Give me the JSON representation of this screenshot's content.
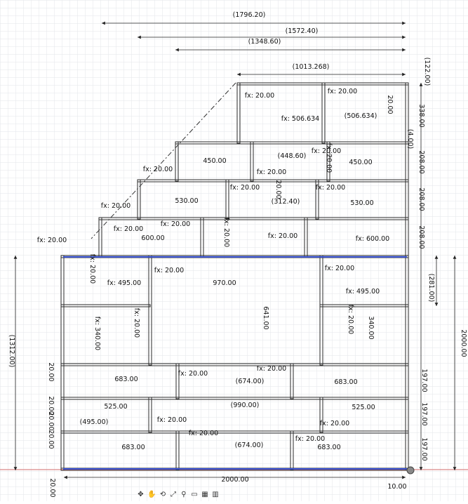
{
  "colors": {
    "grid": "#e3e6ea",
    "shelf": "#2a2a2a",
    "dim": "#222222",
    "accent": "#3b55d6",
    "redline": "#d26b6b"
  },
  "icons": [
    "move-icon",
    "hand-icon",
    "orbit-icon",
    "zoom-fit-icon",
    "zoom-icon",
    "display-icon",
    "grid-icon",
    "viewports-icon"
  ],
  "dims": {
    "top": [
      "(1796.20)",
      "(1572.40)",
      "(1348.60)",
      "(1013.268)"
    ],
    "right": [
      "(122.00)",
      "338.00",
      "(4.00)",
      "208.00",
      "208.00",
      "208.00",
      "(281.00)",
      "2000.00",
      "197.00",
      "197.00",
      "197.00",
      "10.00"
    ],
    "left": [
      "(1312.00)",
      "20.00",
      "20.00",
      "20.00",
      "20.00",
      "20.00"
    ],
    "bottom": [
      "2000.00",
      "10.00"
    ]
  },
  "labels": [
    "fx: 20.00",
    "fx: 20.00",
    "20.00",
    "fx: 506.634",
    "(506.634)",
    "450.00",
    "(448.60)",
    "fx: 20.00",
    "450.00",
    "fx: 20.00",
    "fx: 20.00",
    "20.00",
    "fx: 20.00",
    "fx: 20.00",
    "fx: 20.00",
    "530.00",
    "(312.40)",
    "530.00",
    "fx: 20.00",
    "fx: 20.00",
    "600.00",
    "fx: 20.00",
    "fx: 600.00",
    "fx: 20.00",
    "fx: 20.00",
    "fx: 20.00",
    "fx: 20.00",
    "fx: 20.00",
    "fx: 495.00",
    "970.00",
    "fx: 495.00",
    "fx: 340.00",
    "fx: 20.00",
    "641.00",
    "fx: 20.00",
    "340.00",
    "683.00",
    "fx: 20.00",
    "(674.00)",
    "fx: 20.00",
    "683.00",
    "525.00",
    "(990.00)",
    "525.00",
    "(495.00)",
    "fx: 20.00",
    "fx: 20.00",
    "683.00",
    "fx: 20.00",
    "(674.00)",
    "fx: 20.00",
    "683.00",
    "fx: 20.00"
  ]
}
